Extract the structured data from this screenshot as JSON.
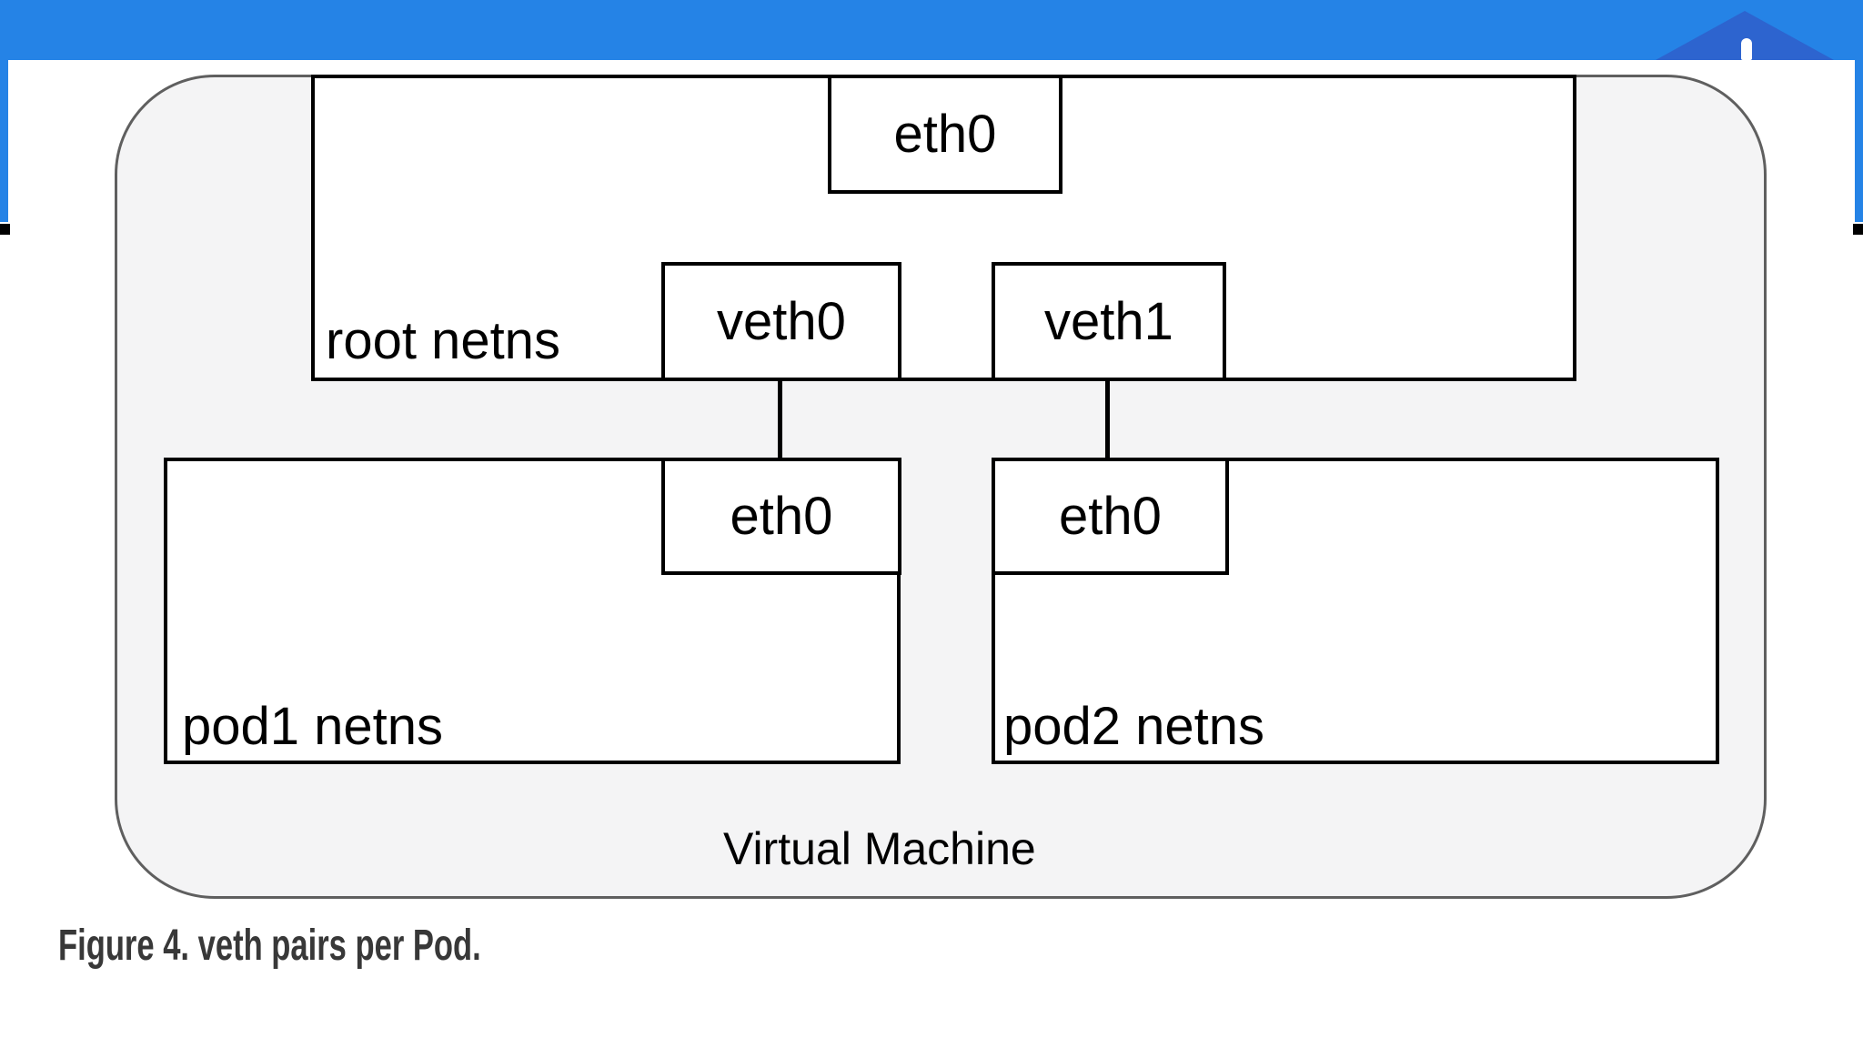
{
  "colors": {
    "bar_blue": "#2583e6",
    "house_blue": "#2d64cf",
    "vm_fill": "#f4f4f5",
    "vm_border": "#5f5f5f",
    "box_border": "#000000",
    "caption_color": "#383838"
  },
  "header": {
    "house_icon": "house-icon"
  },
  "diagram": {
    "vm_label": "Virtual Machine",
    "root_netns_label": "root netns",
    "root_eth0_label": "eth0",
    "veth0_label": "veth0",
    "veth1_label": "veth1",
    "pod1_label": "pod1 netns",
    "pod1_eth0_label": "eth0",
    "pod2_label": "pod2 netns",
    "pod2_eth0_label": "eth0"
  },
  "caption": {
    "text": "Figure 4. veth pairs per Pod."
  }
}
